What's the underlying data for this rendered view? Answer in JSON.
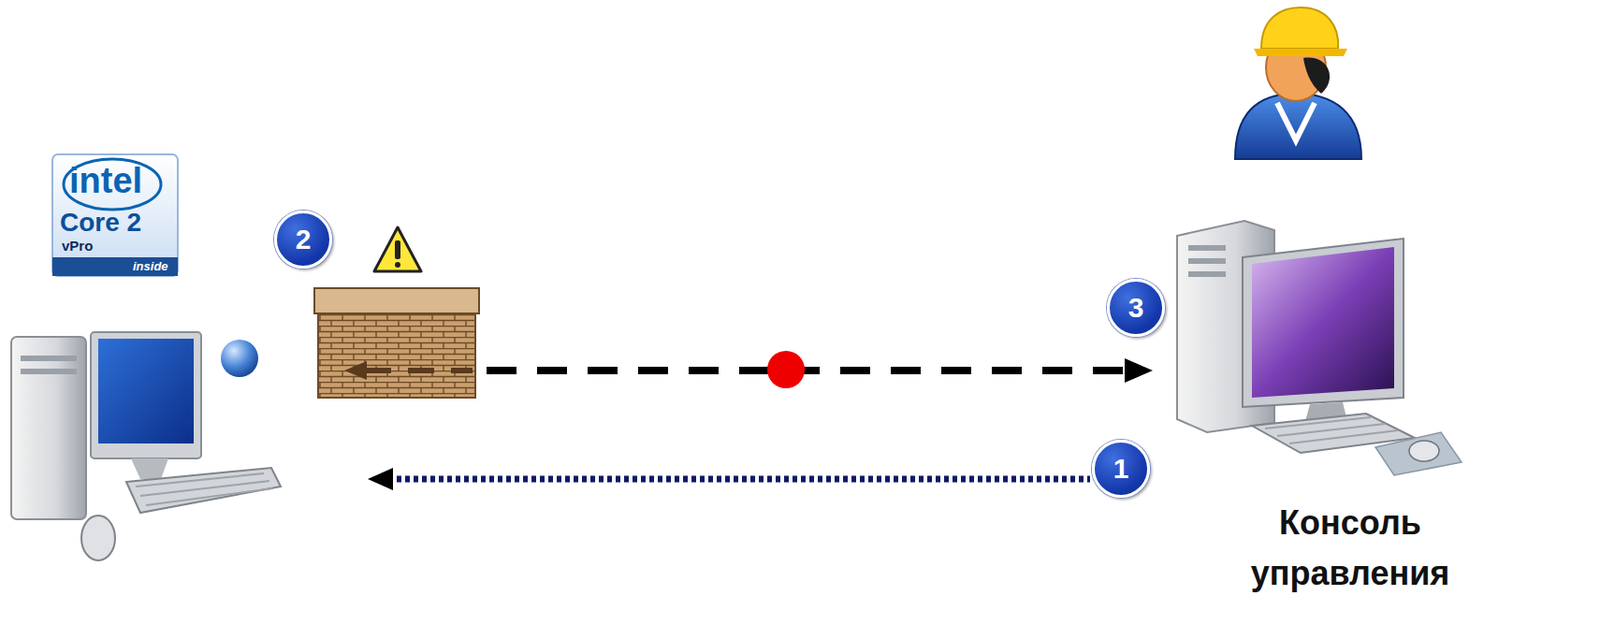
{
  "diagram": {
    "labels": [
      "intel",
      "Core 2",
      "vPro",
      "inside",
      "2",
      "3",
      "1",
      "Консоль управления"
    ]
  }
}
